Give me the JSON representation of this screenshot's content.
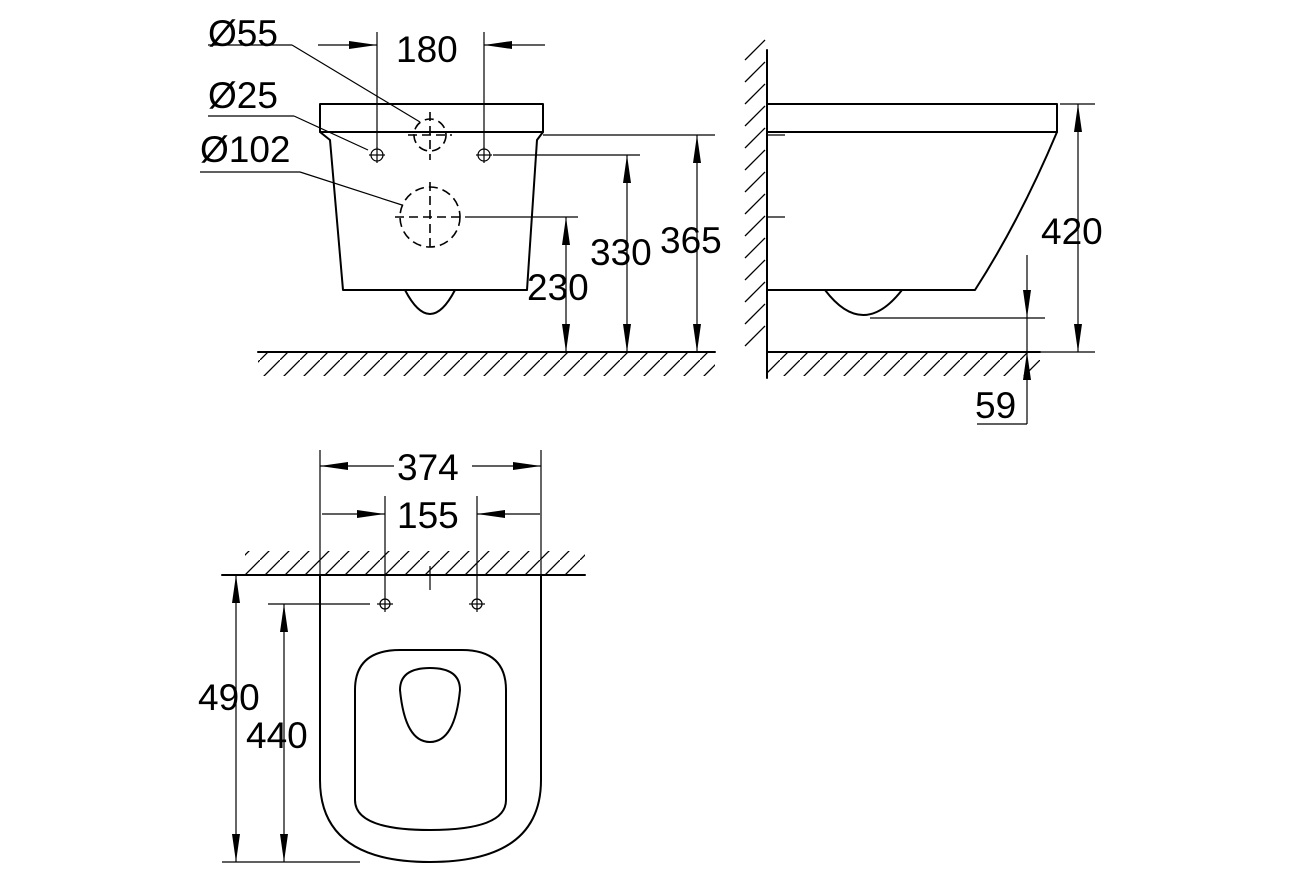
{
  "front_view": {
    "dia_flush": "Ø55",
    "dia_fix": "Ø25",
    "dia_waste": "Ø102",
    "fix_spacing": "180",
    "h_waste": "230",
    "h_fix": "330",
    "h_top": "365"
  },
  "side_view": {
    "h_overall": "420",
    "h_clearance": "59"
  },
  "top_view": {
    "width": "374",
    "fix_spacing": "155",
    "depth": "490",
    "depth_fix": "440"
  }
}
